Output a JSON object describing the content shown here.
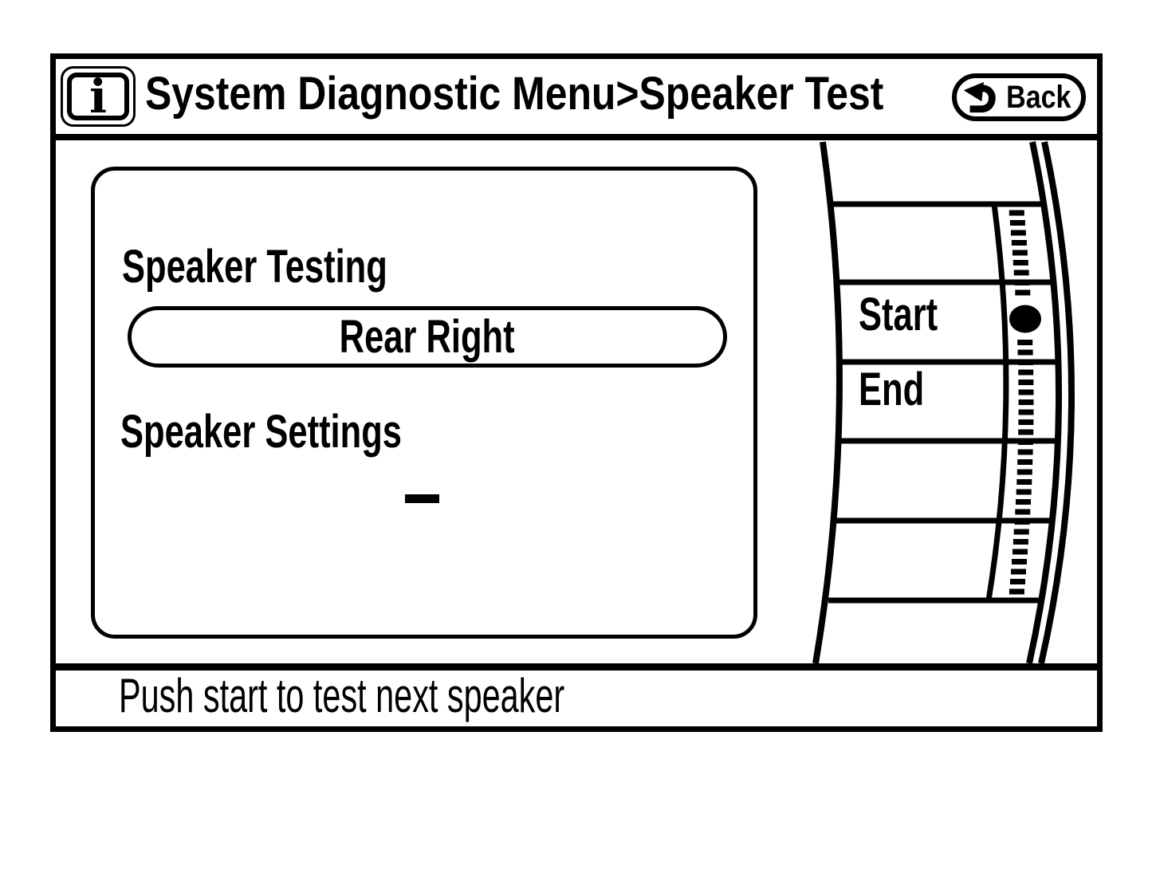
{
  "header": {
    "info_icon": "i",
    "title": "System Diagnostic Menu>Speaker Test",
    "back_label": "Back"
  },
  "panel": {
    "speaker_testing_label": "Speaker Testing",
    "current_speaker": "Rear Right",
    "speaker_settings_label": "Speaker Settings",
    "speaker_settings_value": "-"
  },
  "side_menu": {
    "items": [
      {
        "label": "",
        "selected": false
      },
      {
        "label": "Start",
        "selected": true
      },
      {
        "label": "End",
        "selected": false
      },
      {
        "label": "",
        "selected": false
      },
      {
        "label": "",
        "selected": false
      }
    ]
  },
  "status_bar": {
    "message": "Push start to test next speaker"
  },
  "colors": {
    "foreground": "#000000",
    "background": "#ffffff"
  }
}
